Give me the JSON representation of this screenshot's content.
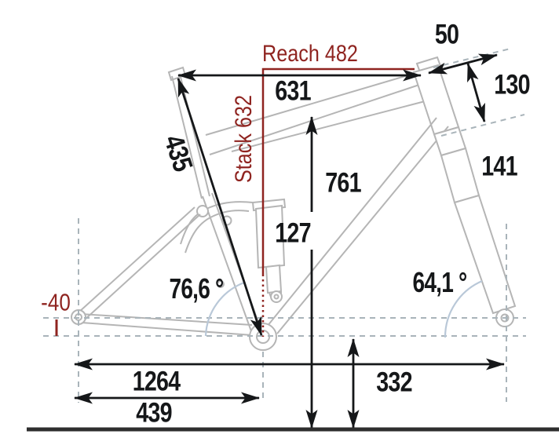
{
  "labels": {
    "reach": "Reach 482",
    "stack": "Stack 632",
    "top_tube_horizontal": "631",
    "seat_tube": "435",
    "stem_length": "50",
    "head_tube_length": "130",
    "fork_travel": "141",
    "standover_height": "761",
    "rear_travel": "127",
    "seat_tube_angle": "76,6 °",
    "head_tube_angle": "64,1 °",
    "bb_drop": "-40",
    "wheelbase": "1264",
    "chainstay_length": "439",
    "bb_height": "332"
  },
  "colors": {
    "dimension_red": "#8f2420",
    "dimension_black": "#151719",
    "frame_gray": "#b5b5b5",
    "guide_dash_gray": "#a9b4ba",
    "angle_arc_blue": "#b9c8d8",
    "ground_black": "#2e2e2e",
    "background": "#ffffff"
  }
}
